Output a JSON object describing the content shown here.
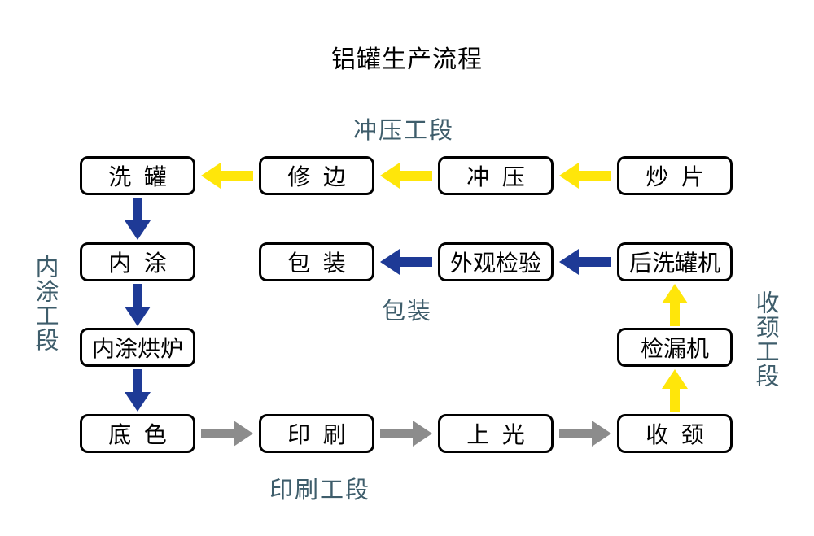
{
  "title": "铝罐生产流程",
  "colors": {
    "yellow": "#FFE60A",
    "navy": "#1E3A96",
    "gray": "#8C8C8C",
    "section_label": "#3E5D6B",
    "box_border": "#000000",
    "box_bg": "#FFFFFF",
    "background": "#FFFFFF"
  },
  "sections": {
    "stamping": {
      "text": "冲压工段"
    },
    "inner_coating": {
      "text": "内涂工段"
    },
    "packing": {
      "text": "包装"
    },
    "necking": {
      "text": "收颈工段"
    },
    "printing": {
      "text": "印刷工段"
    }
  },
  "nodes": [
    {
      "id": "wash-can",
      "label": "洗  罐",
      "row": 0,
      "col": 0
    },
    {
      "id": "trim",
      "label": "修  边",
      "row": 0,
      "col": 1
    },
    {
      "id": "stamp",
      "label": "冲  压",
      "row": 0,
      "col": 2
    },
    {
      "id": "sheet",
      "label": "炒  片",
      "row": 0,
      "col": 3
    },
    {
      "id": "inner-coat",
      "label": "内  涂",
      "row": 1,
      "col": 0
    },
    {
      "id": "pack",
      "label": "包  装",
      "row": 1,
      "col": 1
    },
    {
      "id": "inspect",
      "label": "外观检验",
      "row": 1,
      "col": 2
    },
    {
      "id": "post-wash",
      "label": "后洗罐机",
      "row": 1,
      "col": 3
    },
    {
      "id": "coat-oven",
      "label": "内涂烘炉",
      "row": 2,
      "col": 0
    },
    {
      "id": "leak-tester",
      "label": "检漏机",
      "row": 2,
      "col": 3
    },
    {
      "id": "base-color",
      "label": "底  色",
      "row": 3,
      "col": 0
    },
    {
      "id": "print",
      "label": "印  刷",
      "row": 3,
      "col": 1
    },
    {
      "id": "varnish",
      "label": "上  光",
      "row": 3,
      "col": 2
    },
    {
      "id": "neck",
      "label": "收  颈",
      "row": 3,
      "col": 3
    }
  ],
  "arrows": [
    {
      "from": "trim",
      "to": "wash-can",
      "dir": "left",
      "color": "yellow"
    },
    {
      "from": "stamp",
      "to": "trim",
      "dir": "left",
      "color": "yellow"
    },
    {
      "from": "sheet",
      "to": "stamp",
      "dir": "left",
      "color": "yellow"
    },
    {
      "from": "inspect",
      "to": "pack",
      "dir": "left",
      "color": "navy"
    },
    {
      "from": "post-wash",
      "to": "inspect",
      "dir": "left",
      "color": "navy"
    },
    {
      "from": "wash-can",
      "to": "inner-coat",
      "dir": "down",
      "color": "navy"
    },
    {
      "from": "inner-coat",
      "to": "coat-oven",
      "dir": "down",
      "color": "navy"
    },
    {
      "from": "coat-oven",
      "to": "base-color",
      "dir": "down",
      "color": "navy"
    },
    {
      "from": "base-color",
      "to": "print",
      "dir": "right",
      "color": "gray"
    },
    {
      "from": "print",
      "to": "varnish",
      "dir": "right",
      "color": "gray"
    },
    {
      "from": "varnish",
      "to": "neck",
      "dir": "right",
      "color": "gray"
    },
    {
      "from": "neck",
      "to": "leak-tester",
      "dir": "up",
      "color": "yellow"
    },
    {
      "from": "leak-tester",
      "to": "post-wash",
      "dir": "up",
      "color": "yellow"
    }
  ]
}
